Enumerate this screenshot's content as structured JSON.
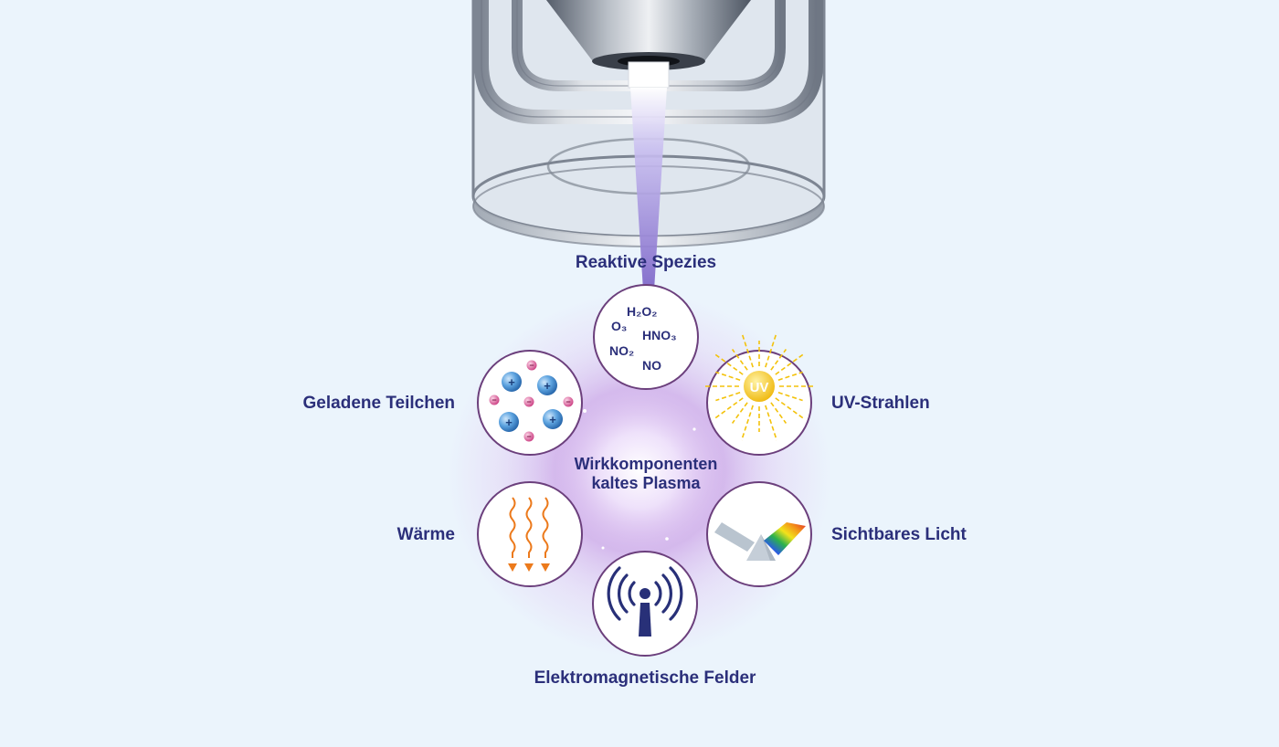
{
  "center": {
    "line1": "Wirkkomponenten",
    "line2": "kaltes Plasma"
  },
  "components": {
    "reactive_species": {
      "label": "Reaktive Spezies",
      "chem_h2o2": "H₂O₂",
      "chem_o3": "O₃",
      "chem_hno3": "HNO₃",
      "chem_no2": "NO₂",
      "chem_no": "NO"
    },
    "charged_particles": {
      "label": "Geladene Teilchen",
      "plus": "+",
      "minus": "−"
    },
    "uv": {
      "label": "UV-Strahlen",
      "badge": "UV"
    },
    "heat": {
      "label": "Wärme"
    },
    "visible_light": {
      "label": "Sichtbares Licht"
    },
    "em_fields": {
      "label": "Elektromagnetische Felder"
    }
  },
  "colors": {
    "background": "#ebf4fc",
    "text": "#2b2f7a",
    "circle_border": "#6b3f7c",
    "plasma_jet": "#9a86d6",
    "ion_blue": "#3e86c9",
    "ion_pink": "#d44d8f",
    "uv_yellow": "#f3c20b",
    "heat_orange": "#ec7a1c",
    "antenna": "#283078"
  }
}
